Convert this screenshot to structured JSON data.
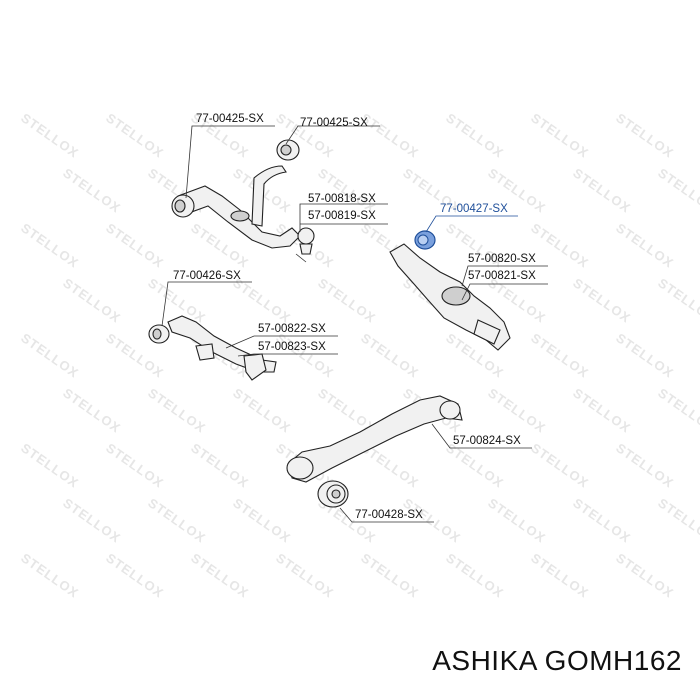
{
  "watermark": {
    "text": "STELLOX"
  },
  "parts": [
    {
      "id": "p1",
      "label": "77-00425-SX",
      "highlight": false
    },
    {
      "id": "p2",
      "label": "77-00425-SX",
      "highlight": false
    },
    {
      "id": "p3",
      "label": "57-00818-SX",
      "highlight": false
    },
    {
      "id": "p4",
      "label": "57-00819-SX",
      "highlight": false
    },
    {
      "id": "p5",
      "label": "77-00427-SX",
      "highlight": true
    },
    {
      "id": "p6",
      "label": "57-00820-SX",
      "highlight": false
    },
    {
      "id": "p7",
      "label": "57-00821-SX",
      "highlight": false
    },
    {
      "id": "p8",
      "label": "77-00426-SX",
      "highlight": false
    },
    {
      "id": "p9",
      "label": "57-00822-SX",
      "highlight": false
    },
    {
      "id": "p10",
      "label": "57-00823-SX",
      "highlight": false
    },
    {
      "id": "p11",
      "label": "57-00824-SX",
      "highlight": false
    },
    {
      "id": "p12",
      "label": "77-00428-SX",
      "highlight": false
    }
  ],
  "caption": "ASHIKA GOMH162",
  "colors": {
    "highlight": "#1f4f9a",
    "watermark": "#e6e6e6"
  }
}
